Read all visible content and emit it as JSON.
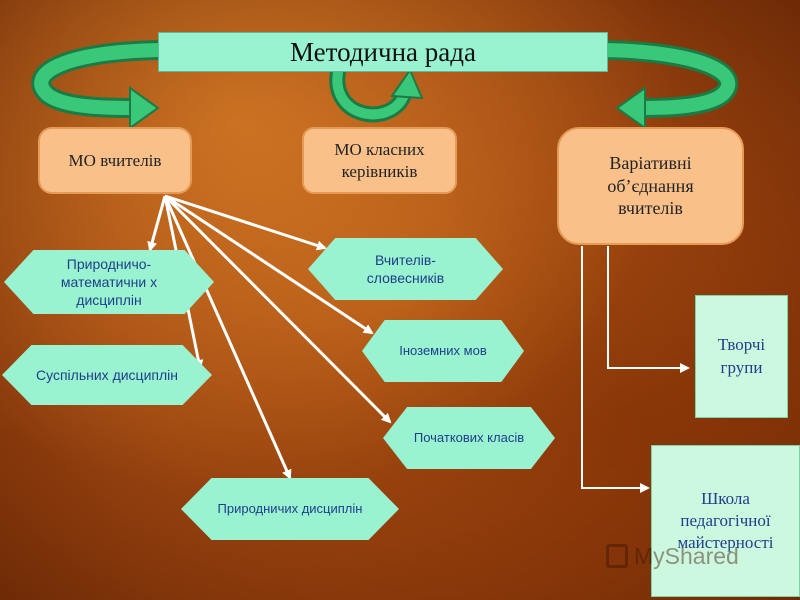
{
  "title": "Методична рада",
  "groups": [
    {
      "label": "МО вчителів"
    },
    {
      "label": "МО класних керівників"
    },
    {
      "label": "Варіативні об’єднання вчителів"
    }
  ],
  "subjects": [
    {
      "label": "Природничо-математични х дисциплін"
    },
    {
      "label": "Суспільних дисциплін"
    },
    {
      "label": "Природничих дисциплін"
    },
    {
      "label": "Вчителів-словесників"
    },
    {
      "label": "Іноземних мов"
    },
    {
      "label": "Початкових класів"
    }
  ],
  "variative": [
    {
      "label": "Творчі групи"
    },
    {
      "label": "Школа педагогічної майстерності"
    }
  ],
  "watermark": "MyShared",
  "colors": {
    "title_fill": "#99f2d0",
    "group_fill": "#f9c08a",
    "hex_fill": "#99f2d0",
    "hex_text": "#1f3f8a",
    "arrow_green": "#2fb36c",
    "connector": "#ffffff"
  }
}
